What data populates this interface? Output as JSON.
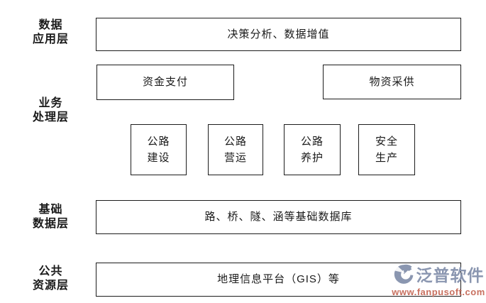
{
  "diagram": {
    "layer_labels": [
      {
        "id": "data-application-layer",
        "label": "数据\n应用层"
      },
      {
        "id": "business-process-layer",
        "label": "业务\n处理层"
      },
      {
        "id": "base-data-layer",
        "label": "基础\n数据层"
      },
      {
        "id": "public-resource-layer",
        "label": "公共\n资源层"
      }
    ],
    "boxes": {
      "decision": "决策分析、数据增值",
      "funds": "资金支付",
      "materials": "物资采供",
      "construction": "公路\n建设",
      "operation": "公路\n营运",
      "maintenance": "公路\n养护",
      "safety": "安全\n生产",
      "base_database": "路、桥、隧、涵等基础数据库",
      "gis": "地理信息平台（GIS）等"
    }
  },
  "watermark": {
    "brand": "泛普软件",
    "url": "www.fanpusoft.com",
    "logo_icon": "fanpu-swoosh-icon",
    "brand_color": "#8a96b0",
    "url_color": "#c8705f"
  },
  "colors": {
    "background": "#ffffff",
    "box_border": "#1c1c1c",
    "text": "#1a1a1a"
  }
}
